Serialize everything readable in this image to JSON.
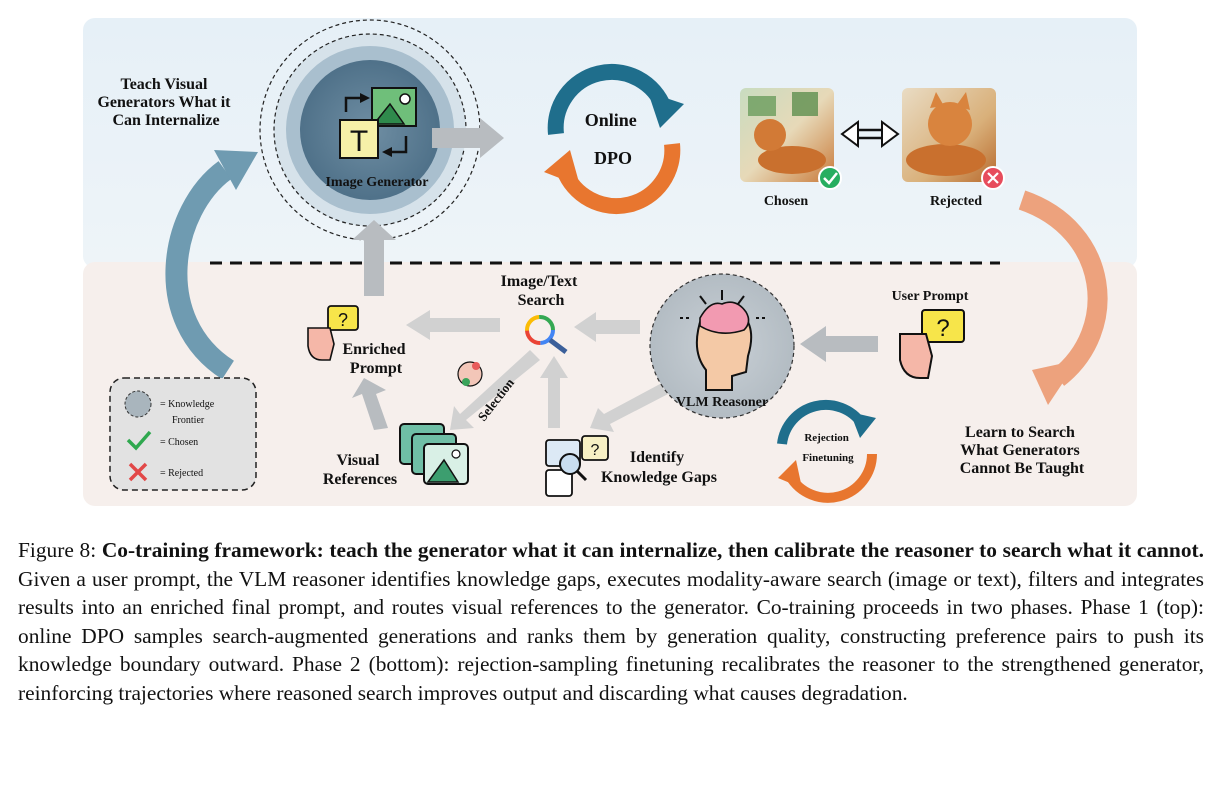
{
  "diagram": {
    "top_left_label": [
      "Teach Visual",
      "Generators What it",
      "Can Internalize"
    ],
    "image_generator": "Image Generator",
    "generator_icon_letter": "T",
    "online_dpo": [
      "Online",
      "DPO"
    ],
    "chosen": "Chosen",
    "rejected": "Rejected",
    "image_text_search": [
      "Image/Text",
      "Search"
    ],
    "user_prompt": "User Prompt",
    "enriched_prompt": [
      "Enriched",
      "Prompt"
    ],
    "selection": "Selection",
    "vlm_reasoner": "VLM Reasoner",
    "rejection_finetuning": [
      "Rejection",
      "Finetuning"
    ],
    "visual_references": [
      "Visual",
      "References"
    ],
    "identify_gaps": [
      "Identify",
      "Knowledge Gaps"
    ],
    "learn_to_search": [
      "Learn to Search",
      "What Generators",
      "Cannot Be Taught"
    ],
    "legend": {
      "knowledge_frontier": [
        "= Knowledge",
        "Frontier"
      ],
      "chosen": "= Chosen",
      "rejected": "= Rejected"
    },
    "colors": {
      "top_panel": "#e8f1f7",
      "bottom_panel": "#f6efec",
      "blue_arrow": "#1f6e8c",
      "orange_arrow": "#e8762f",
      "salmon_arrow": "#eda27d",
      "gray_arrow": "#c8c8c8"
    }
  },
  "caption": {
    "prefix": "Figure 8: ",
    "bold": "Co-training framework: teach the generator what it can internalize, then calibrate the reasoner to search what it cannot.",
    "text": " Given a user prompt, the VLM reasoner identifies knowledge gaps, executes modality-aware search (image or text), filters and integrates results into an enriched final prompt, and routes visual references to the generator. Co-training proceeds in two phases. Phase 1 (top): online DPO samples search-augmented generations and ranks them by generation quality, constructing preference pairs to push its knowledge boundary outward. Phase 2 (bottom): rejection-sampling finetuning recalibrates the reasoner to the strengthened generator, reinforcing trajectories where reasoned search improves output and discarding what causes degradation."
  }
}
